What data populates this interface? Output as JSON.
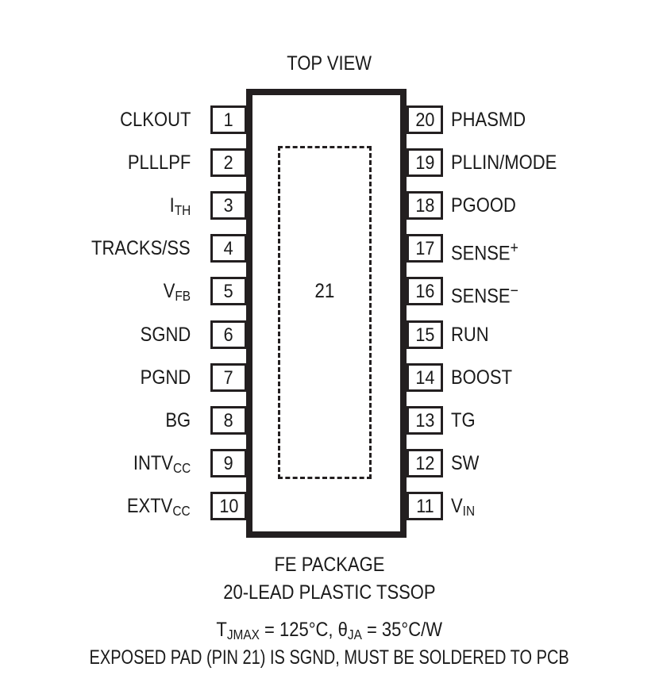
{
  "diagram": {
    "title": "TOP VIEW",
    "package_outline": {
      "exposed_pad_number": "21",
      "body_color": "#231f20",
      "background_color": "#ffffff"
    },
    "left_pins": [
      {
        "number": "1",
        "name": "CLKOUT",
        "base": "CLKOUT",
        "sub": "",
        "sup": ""
      },
      {
        "number": "2",
        "name": "PLLLPF",
        "base": "PLLLPF",
        "sub": "",
        "sup": ""
      },
      {
        "number": "3",
        "name": "ITH",
        "base": "I",
        "sub": "TH",
        "sup": ""
      },
      {
        "number": "4",
        "name": "TRACKS/SS",
        "base": "TRACKS/SS",
        "sub": "",
        "sup": ""
      },
      {
        "number": "5",
        "name": "VFB",
        "base": "V",
        "sub": "FB",
        "sup": ""
      },
      {
        "number": "6",
        "name": "SGND",
        "base": "SGND",
        "sub": "",
        "sup": ""
      },
      {
        "number": "7",
        "name": "PGND",
        "base": "PGND",
        "sub": "",
        "sup": ""
      },
      {
        "number": "8",
        "name": "BG",
        "base": "BG",
        "sub": "",
        "sup": ""
      },
      {
        "number": "9",
        "name": "INTVCC",
        "base": "INTV",
        "sub": "CC",
        "sup": ""
      },
      {
        "number": "10",
        "name": "EXTVCC",
        "base": "EXTV",
        "sub": "CC",
        "sup": ""
      }
    ],
    "right_pins": [
      {
        "number": "20",
        "name": "PHASMD",
        "base": "PHASMD",
        "sub": "",
        "sup": ""
      },
      {
        "number": "19",
        "name": "PLLIN/MODE",
        "base": "PLLIN/MODE",
        "sub": "",
        "sup": ""
      },
      {
        "number": "18",
        "name": "PGOOD",
        "base": "PGOOD",
        "sub": "",
        "sup": ""
      },
      {
        "number": "17",
        "name": "SENSE+",
        "base": "SENSE",
        "sub": "",
        "sup": "+"
      },
      {
        "number": "16",
        "name": "SENSE−",
        "base": "SENSE",
        "sub": "",
        "sup": "−"
      },
      {
        "number": "15",
        "name": "RUN",
        "base": "RUN",
        "sub": "",
        "sup": ""
      },
      {
        "number": "14",
        "name": "BOOST",
        "base": "BOOST",
        "sub": "",
        "sup": ""
      },
      {
        "number": "13",
        "name": "TG",
        "base": "TG",
        "sub": "",
        "sup": ""
      },
      {
        "number": "12",
        "name": "SW",
        "base": "SW",
        "sub": "",
        "sup": ""
      },
      {
        "number": "11",
        "name": "VIN",
        "base": "V",
        "sub": "IN",
        "sup": ""
      }
    ],
    "caption": {
      "package_name": "FE PACKAGE",
      "package_type": "20-LEAD PLASTIC TSSOP",
      "thermal_tjmax_prefix": "T",
      "thermal_tjmax_sub": "JMAX",
      "thermal_tjmax_value": " = 125°C, ",
      "thermal_theta_prefix": "θ",
      "thermal_theta_sub": "JA",
      "thermal_theta_value": " = 35°C/W",
      "thermal_full": "TJMAX = 125°C, θJA = 35°C/W",
      "exposed_pad_note": "EXPOSED PAD (PIN 21) IS SGND, MUST BE SOLDERED TO PCB"
    }
  }
}
